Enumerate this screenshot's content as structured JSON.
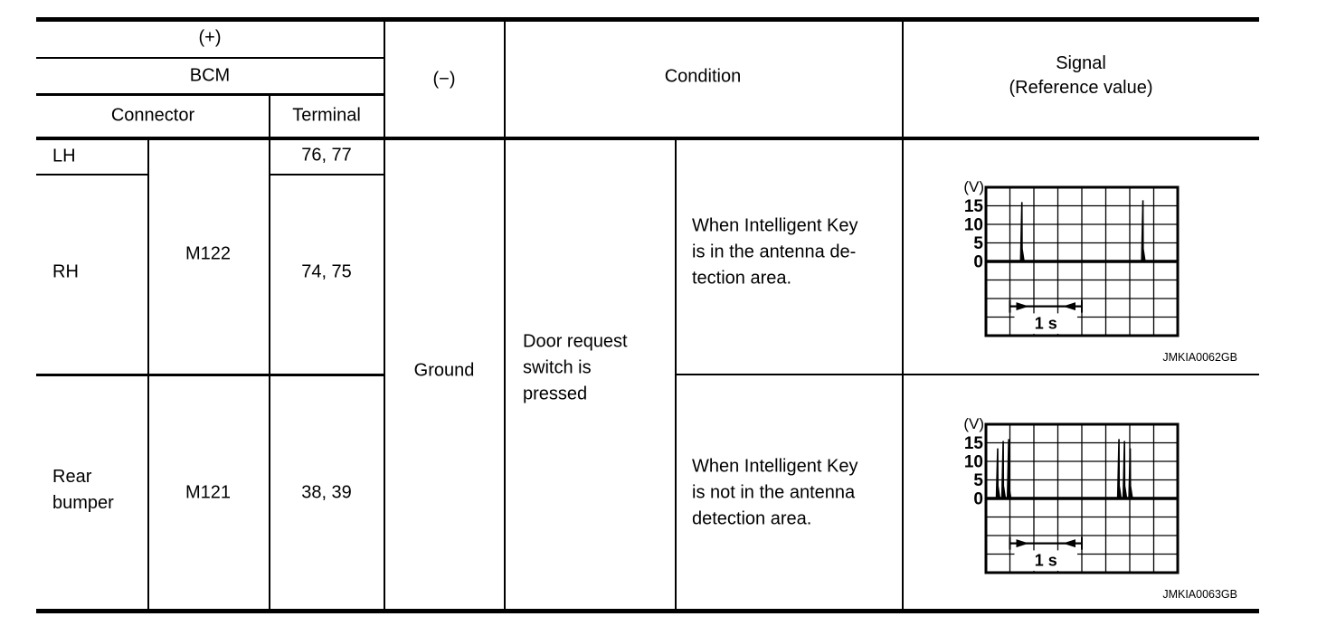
{
  "table": {
    "header": {
      "plus": "(+)",
      "bcm": "BCM",
      "connector": "Connector",
      "terminal": "Terminal",
      "minus": "(−)",
      "condition": "Condition",
      "signal": "Signal\n(Reference value)"
    },
    "rows": {
      "lh_label": "LH",
      "lh_terminal": "76, 77",
      "rh_label": "RH",
      "rh_terminal": "74, 75",
      "lh_rh_connector": "M122",
      "rear_label": "Rear\nbumper",
      "rear_connector": "M121",
      "rear_terminal": "38, 39",
      "minus_value": "Ground",
      "condition_main": "Door request\nswitch is\npressed",
      "condition_in_area": "When Intelligent Key\nis in the antenna de-\ntection area.",
      "condition_not_in_area": "When Intelligent Key\nis not in the antenna\ndetection area."
    }
  },
  "chart_data": [
    {
      "type": "line",
      "title": "When Intelligent Key is in the antenna detection area",
      "unit_label": "(V)",
      "ytick_labels": [
        "15",
        "10",
        "5",
        "0"
      ],
      "volts_per_div": 5,
      "grid_cols": 8,
      "grid_rows": 8,
      "zero_row": 4,
      "ylim_divs": [
        -20,
        20
      ],
      "grid": true,
      "spikes": [
        {
          "cell": 1.5,
          "peak_v": 16
        },
        {
          "cell": 6.55,
          "peak_v": 16.5
        }
      ],
      "time_marker": {
        "label": "1 s",
        "from_cell": 1,
        "to_cell": 4,
        "row": 6.42,
        "label_row": 7.35
      },
      "code": "JMKIA0062GB"
    },
    {
      "type": "line",
      "title": "When Intelligent Key is not in the antenna detection area",
      "unit_label": "(V)",
      "ytick_labels": [
        "15",
        "10",
        "5",
        "0"
      ],
      "volts_per_div": 5,
      "grid_cols": 8,
      "grid_rows": 8,
      "zero_row": 4,
      "ylim_divs": [
        -20,
        20
      ],
      "grid": true,
      "spikes": [
        {
          "cell": 0.49,
          "peak_v": 13.5
        },
        {
          "cell": 0.72,
          "peak_v": 15.5
        },
        {
          "cell": 0.95,
          "peak_v": 16
        },
        {
          "cell": 5.55,
          "peak_v": 16
        },
        {
          "cell": 5.78,
          "peak_v": 15.5
        },
        {
          "cell": 6.02,
          "peak_v": 13.5
        }
      ],
      "time_marker": {
        "label": "1 s",
        "from_cell": 1,
        "to_cell": 4,
        "row": 6.42,
        "label_row": 7.35
      },
      "code": "JMKIA0063GB"
    }
  ]
}
